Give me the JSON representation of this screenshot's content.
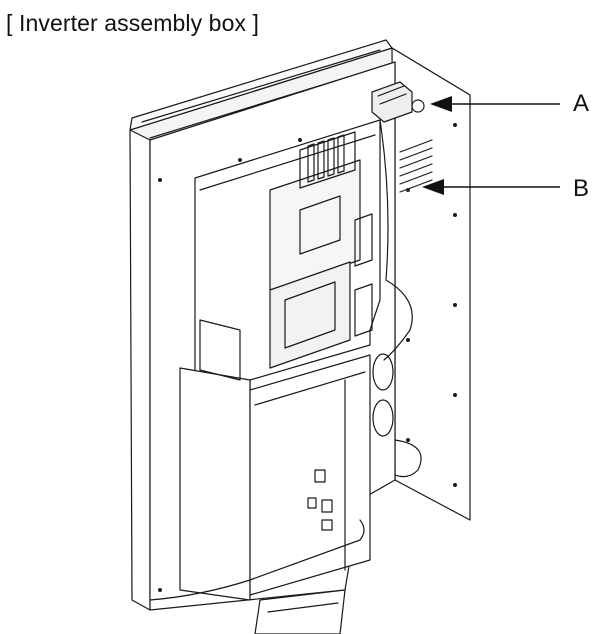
{
  "title": "[ Inverter assembly box ]",
  "callouts": {
    "a": "A",
    "b": "B"
  },
  "colors": {
    "line": "#1a1a1a",
    "shade": "#e6e6e6",
    "background": "#ffffff"
  }
}
